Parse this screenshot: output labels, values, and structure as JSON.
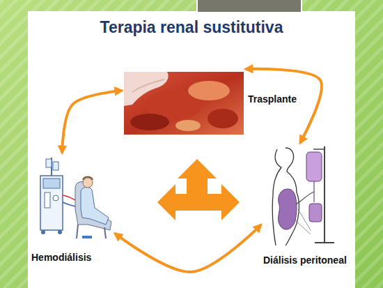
{
  "diagram": {
    "title": "Terapia renal sustitutiva",
    "nodes": [
      {
        "text": [
          "Trasplante"
        ]
      },
      {
        "text": [
          "Hemodiálisis"
        ]
      },
      {
        "text": [
          "Diálisis peritoneal"
        ]
      }
    ],
    "edges": [
      {
        "from": 1,
        "to": 0,
        "arrow": "both"
      },
      {
        "from": 0,
        "to": 2,
        "arrow": "both"
      },
      {
        "from": 1,
        "to": 2,
        "arrow": "both"
      }
    ]
  }
}
